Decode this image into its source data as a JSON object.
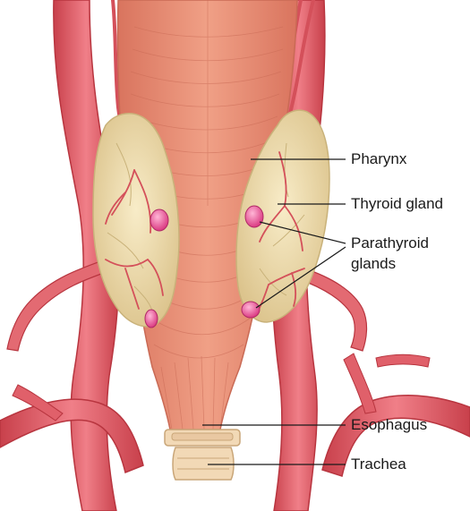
{
  "labels": {
    "pharynx": "Pharynx",
    "thyroid": "Thyroid gland",
    "parathyroid_line1": "Parathyroid",
    "parathyroid_line2": "glands",
    "esophagus": "Esophagus",
    "trachea": "Trachea"
  },
  "colors": {
    "artery": "#e0606a",
    "artery_dark": "#b8353f",
    "muscle": "#e98c74",
    "muscle_dark": "#c96a55",
    "gland": "#efdcaa",
    "gland_dark": "#c9b27a",
    "parathyroid": "#e85a9a",
    "cartilage": "#f2d9b6",
    "leader_line": "#1a1a1a"
  }
}
